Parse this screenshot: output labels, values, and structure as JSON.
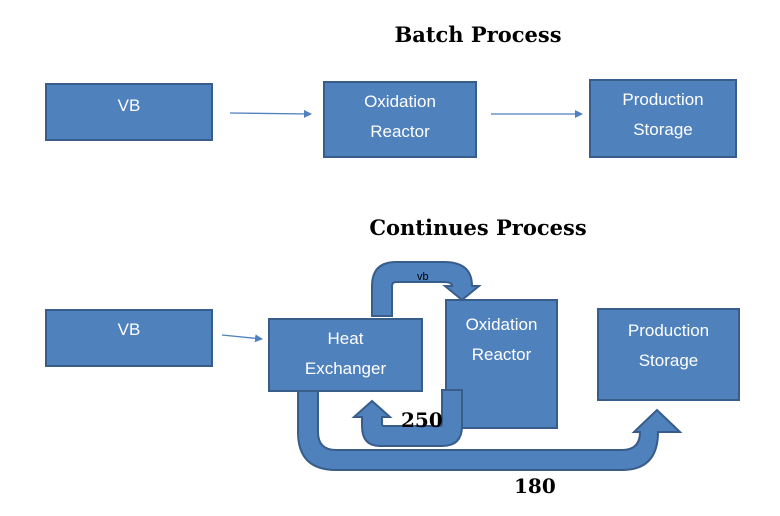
{
  "batch": {
    "title": "Batch Process",
    "vb": "VB",
    "reactor": [
      "Oxidation",
      "Reactor"
    ],
    "storage": [
      "Production",
      "Storage"
    ]
  },
  "continuous": {
    "title": "Continues Process",
    "vb": "VB",
    "exchanger": [
      "Heat",
      "Exchanger"
    ],
    "reactor": [
      "Oxidation",
      "Reactor"
    ],
    "storage": [
      "Production",
      "Storage"
    ],
    "vb_flow_label": "vb",
    "recycle_value": "250",
    "bypass_value": "180"
  },
  "colors": {
    "box_fill": "#4f81bd",
    "box_border": "#385d8a",
    "arrow": "#4f81bd"
  }
}
